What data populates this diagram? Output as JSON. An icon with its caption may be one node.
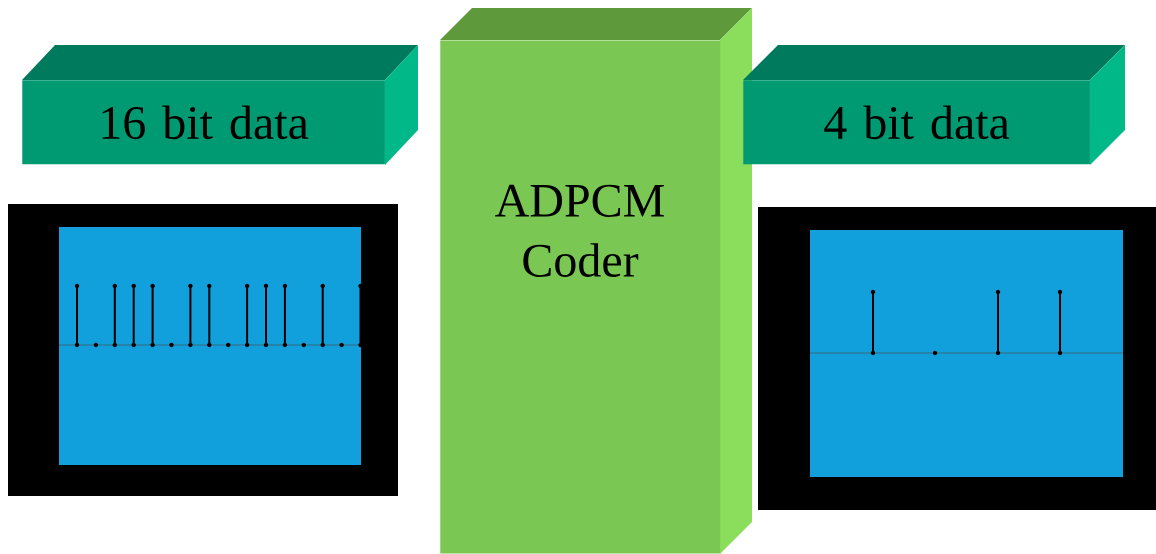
{
  "diagram": {
    "nodes": [
      {
        "text": [
          "16 bit data"
        ]
      },
      {
        "text": [
          "ADPCM Coder"
        ]
      },
      {
        "text": [
          "4 bit data"
        ]
      }
    ]
  }
}
